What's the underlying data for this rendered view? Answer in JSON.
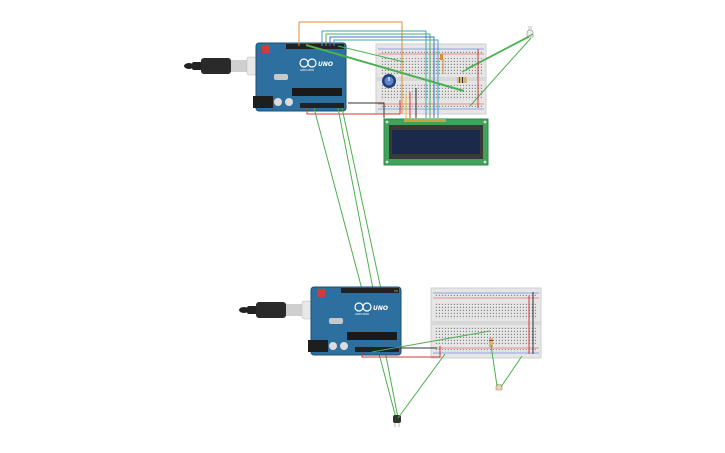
{
  "canvas": {
    "background": "#ffffff"
  },
  "boards": [
    {
      "name": "arduino-uno-top",
      "logo_text": "UNO",
      "brand_text": "ARDUINO"
    },
    {
      "name": "arduino-uno-bottom",
      "logo_text": "UNO",
      "brand_text": "ARDUINO"
    }
  ],
  "colors": {
    "board_blue": "#2d6f9e",
    "board_edge": "#1d4f75",
    "breadboard": "#e6e6e6",
    "rail_red": "#d43a3a",
    "rail_blue": "#3a5fd4",
    "lcd_pcb": "#3fa35a",
    "lcd_screen": "#1b2a4a",
    "wire_green": "#4caf50",
    "wire_orange": "#e38b2c",
    "wire_red": "#d43a3a",
    "wire_blue": "#3a6fd4",
    "wire_teal": "#3aa6b4",
    "wire_black": "#333333",
    "wire_yellow": "#e6c21e",
    "usb_black": "#222222"
  },
  "components": {
    "top": [
      "usb-cable",
      "arduino-uno",
      "breadboard",
      "potentiometer",
      "lcd-16x2",
      "led",
      "resistor"
    ],
    "bottom": [
      "usb-cable",
      "arduino-uno",
      "breadboard",
      "led",
      "resistor",
      "tilt-sensor"
    ]
  }
}
